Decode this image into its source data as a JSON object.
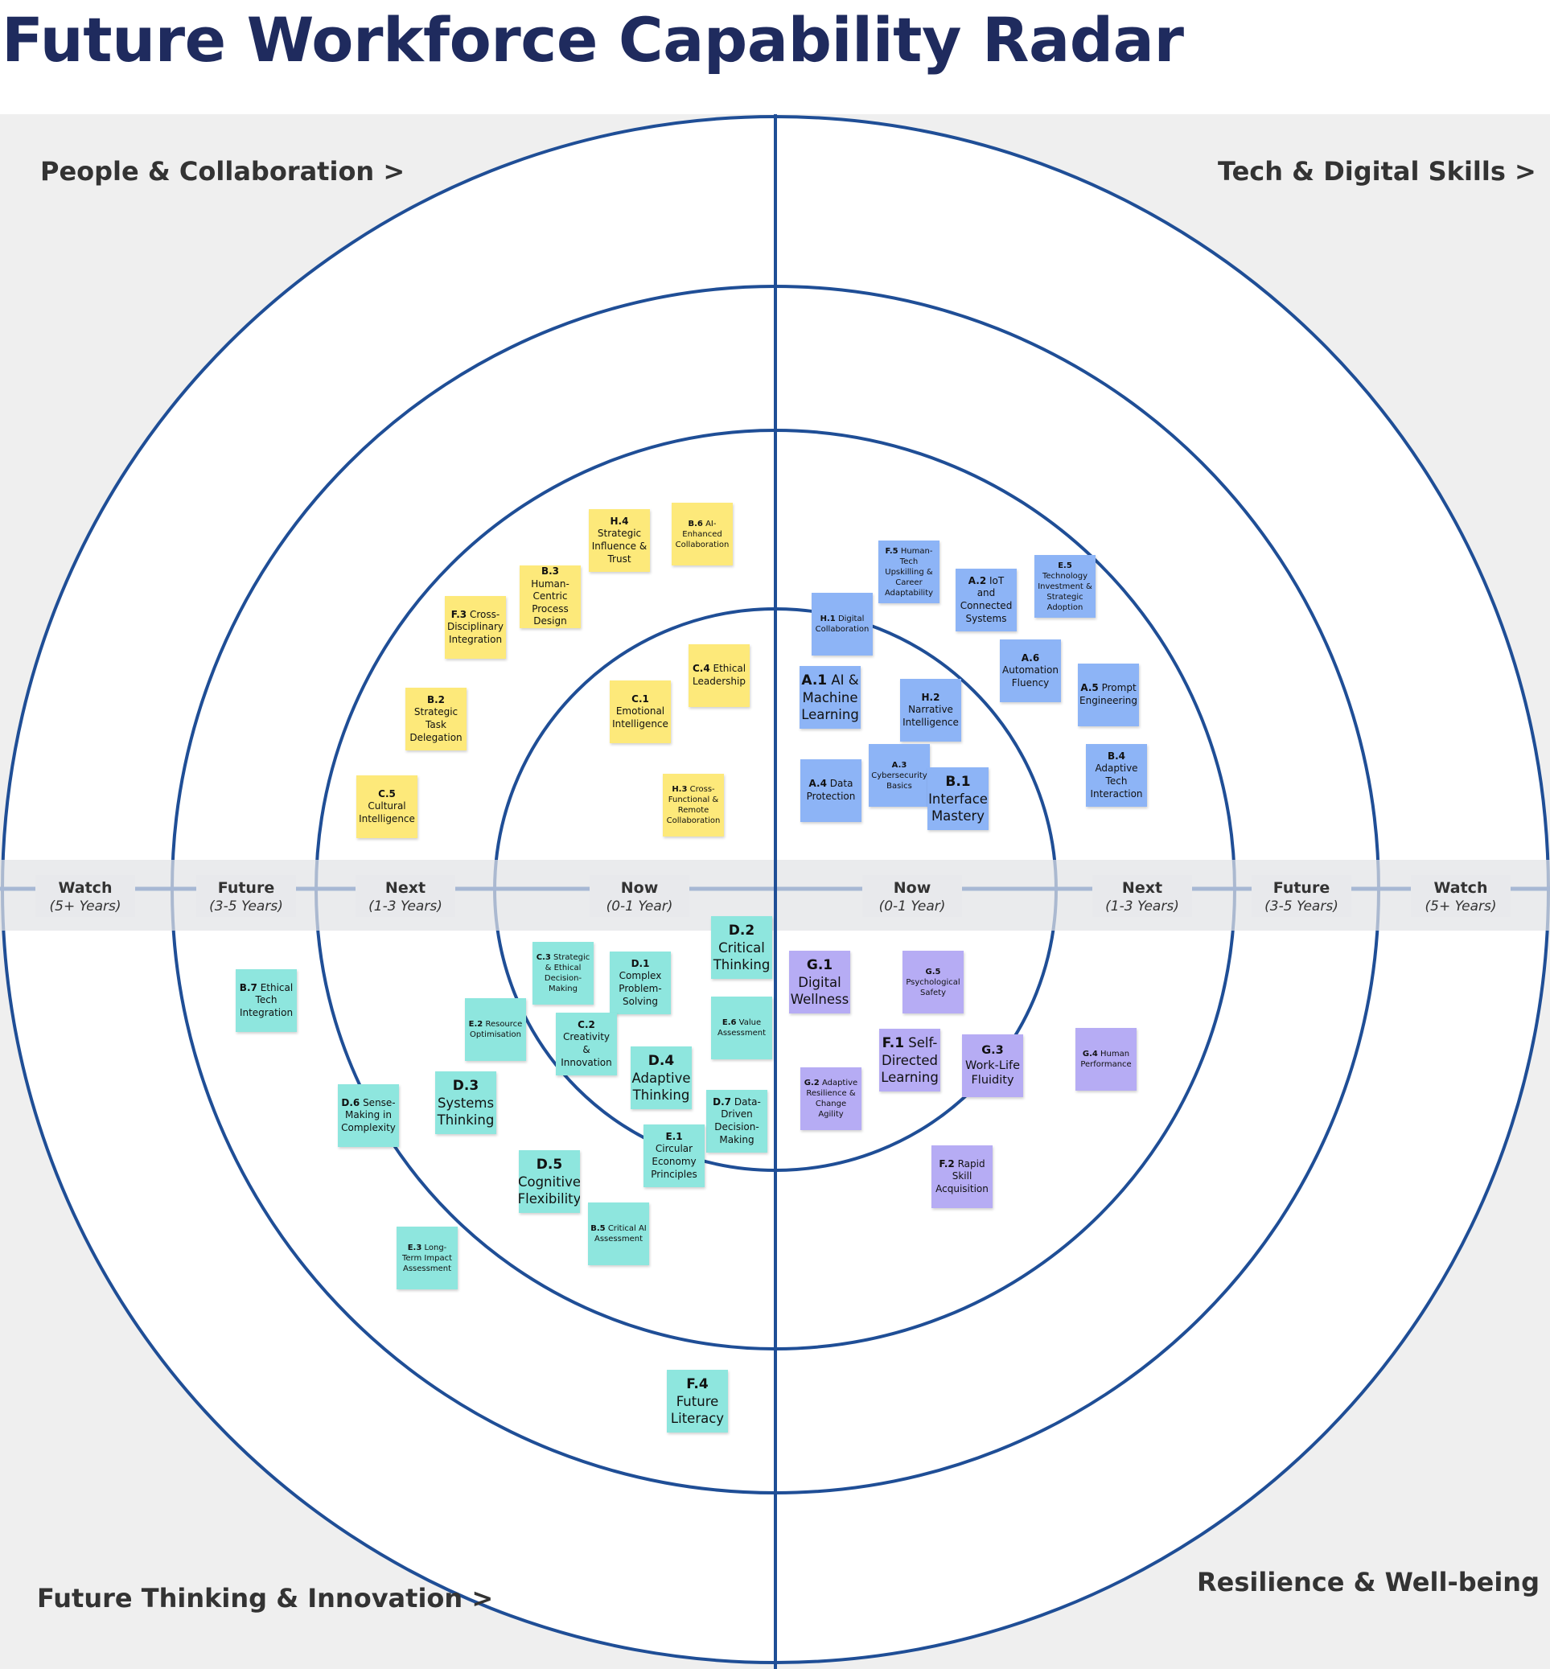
{
  "title": "Future Workforce Capability Radar",
  "colors": {
    "rings": "#1f4e96",
    "board_background": "#efefef",
    "band": "#e2e3e6",
    "axis": "#a7b8d4",
    "yellow": "#fde97a",
    "blue": "#8db4f6",
    "teal": "#8ee6de",
    "purple": "#b6acf4"
  },
  "quadrants": {
    "top_left": "People & Collaboration >",
    "top_right": "Tech & Digital Skills >",
    "bottom_left": "Future Thinking & Innovation >",
    "bottom_right": "Resilience & Well-being >"
  },
  "ring_labels": {
    "left": [
      {
        "name": "Watch",
        "horizon": "(5+ Years)"
      },
      {
        "name": "Future",
        "horizon": "(3-5 Years)"
      },
      {
        "name": "Next",
        "horizon": "(1-3 Years)"
      },
      {
        "name": "Now",
        "horizon": "(0-1 Year)"
      }
    ],
    "right": [
      {
        "name": "Now",
        "horizon": "(0-1 Year)"
      },
      {
        "name": "Next",
        "horizon": "(1-3 Years)"
      },
      {
        "name": "Future",
        "horizon": "(3-5 Years)"
      },
      {
        "name": "Watch",
        "horizon": "(5+ Years)"
      }
    ]
  },
  "notes": [
    {
      "id": "H.4",
      "text": "Strategic Influence & Trust",
      "color": "yellow"
    },
    {
      "id": "B.6",
      "text": "AI-Enhanced Collaboration",
      "color": "yellow"
    },
    {
      "id": "B.3",
      "text": "Human-Centric Process Design",
      "color": "yellow"
    },
    {
      "id": "F.3",
      "text": "Cross-Disciplinary Integration",
      "color": "yellow"
    },
    {
      "id": "C.4",
      "text": "Ethical Leadership",
      "color": "yellow"
    },
    {
      "id": "C.1",
      "text": "Emotional Intelligence",
      "color": "yellow"
    },
    {
      "id": "B.2",
      "text": "Strategic Task Delegation",
      "color": "yellow"
    },
    {
      "id": "C.5",
      "text": "Cultural Intelligence",
      "color": "yellow"
    },
    {
      "id": "H.3",
      "text": "Cross-Functional & Remote Collaboration",
      "color": "yellow"
    },
    {
      "id": "F.5",
      "text": "Human-Tech Upskilling & Career Adaptability",
      "color": "blue"
    },
    {
      "id": "A.2",
      "text": "IoT and Connected Systems",
      "color": "blue"
    },
    {
      "id": "E.5",
      "text": "Technology Investment & Strategic Adoption",
      "color": "blue"
    },
    {
      "id": "H.1",
      "text": "Digital Collaboration",
      "color": "blue"
    },
    {
      "id": "A.6",
      "text": "Automation Fluency",
      "color": "blue"
    },
    {
      "id": "A.1",
      "text": "AI & Machine Learning",
      "color": "blue"
    },
    {
      "id": "H.2",
      "text": "Narrative Intelligence",
      "color": "blue"
    },
    {
      "id": "A.5",
      "text": "Prompt Engineering",
      "color": "blue"
    },
    {
      "id": "A.4",
      "text": "Data Protection",
      "color": "blue"
    },
    {
      "id": "A.3",
      "text": "Cybersecurity Basics",
      "color": "blue"
    },
    {
      "id": "B.1",
      "text": "Interface Mastery",
      "color": "blue"
    },
    {
      "id": "B.4",
      "text": "Adaptive Tech Interaction",
      "color": "blue"
    },
    {
      "id": "D.2",
      "text": "Critical Thinking",
      "color": "teal"
    },
    {
      "id": "C.3",
      "text": "Strategic & Ethical Decision-Making",
      "color": "teal"
    },
    {
      "id": "D.1",
      "text": "Complex Problem-Solving",
      "color": "teal"
    },
    {
      "id": "B.7",
      "text": "Ethical Tech Integration",
      "color": "teal"
    },
    {
      "id": "E.6",
      "text": "Value Assessment",
      "color": "teal"
    },
    {
      "id": "E.2",
      "text": "Resource Optimisation",
      "color": "teal"
    },
    {
      "id": "C.2",
      "text": "Creativity & Innovation",
      "color": "teal"
    },
    {
      "id": "D.4",
      "text": "Adaptive Thinking",
      "color": "teal"
    },
    {
      "id": "D.3",
      "text": "Systems Thinking",
      "color": "teal"
    },
    {
      "id": "D.6",
      "text": "Sense-Making in Complexity",
      "color": "teal"
    },
    {
      "id": "D.7",
      "text": "Data-Driven Decision-Making",
      "color": "teal"
    },
    {
      "id": "E.1",
      "text": "Circular Economy Principles",
      "color": "teal"
    },
    {
      "id": "D.5",
      "text": "Cognitive Flexibility",
      "color": "teal"
    },
    {
      "id": "B.5",
      "text": "Critical AI Assessment",
      "color": "teal"
    },
    {
      "id": "E.3",
      "text": "Long-Term Impact Assessment",
      "color": "teal"
    },
    {
      "id": "F.4",
      "text": "Future Literacy",
      "color": "teal"
    },
    {
      "id": "G.1",
      "text": "Digital Wellness",
      "color": "purple"
    },
    {
      "id": "G.5",
      "text": "Psychological Safety",
      "color": "purple"
    },
    {
      "id": "F.1",
      "text": "Self-Directed Learning",
      "color": "purple"
    },
    {
      "id": "G.3",
      "text": "Work-Life Fluidity",
      "color": "purple"
    },
    {
      "id": "G.4",
      "text": "Human Performance",
      "color": "purple"
    },
    {
      "id": "G.2",
      "text": "Adaptive Resilience & Change Agility",
      "color": "purple"
    },
    {
      "id": "F.2",
      "text": "Rapid Skill Acquisition",
      "color": "purple"
    }
  ]
}
